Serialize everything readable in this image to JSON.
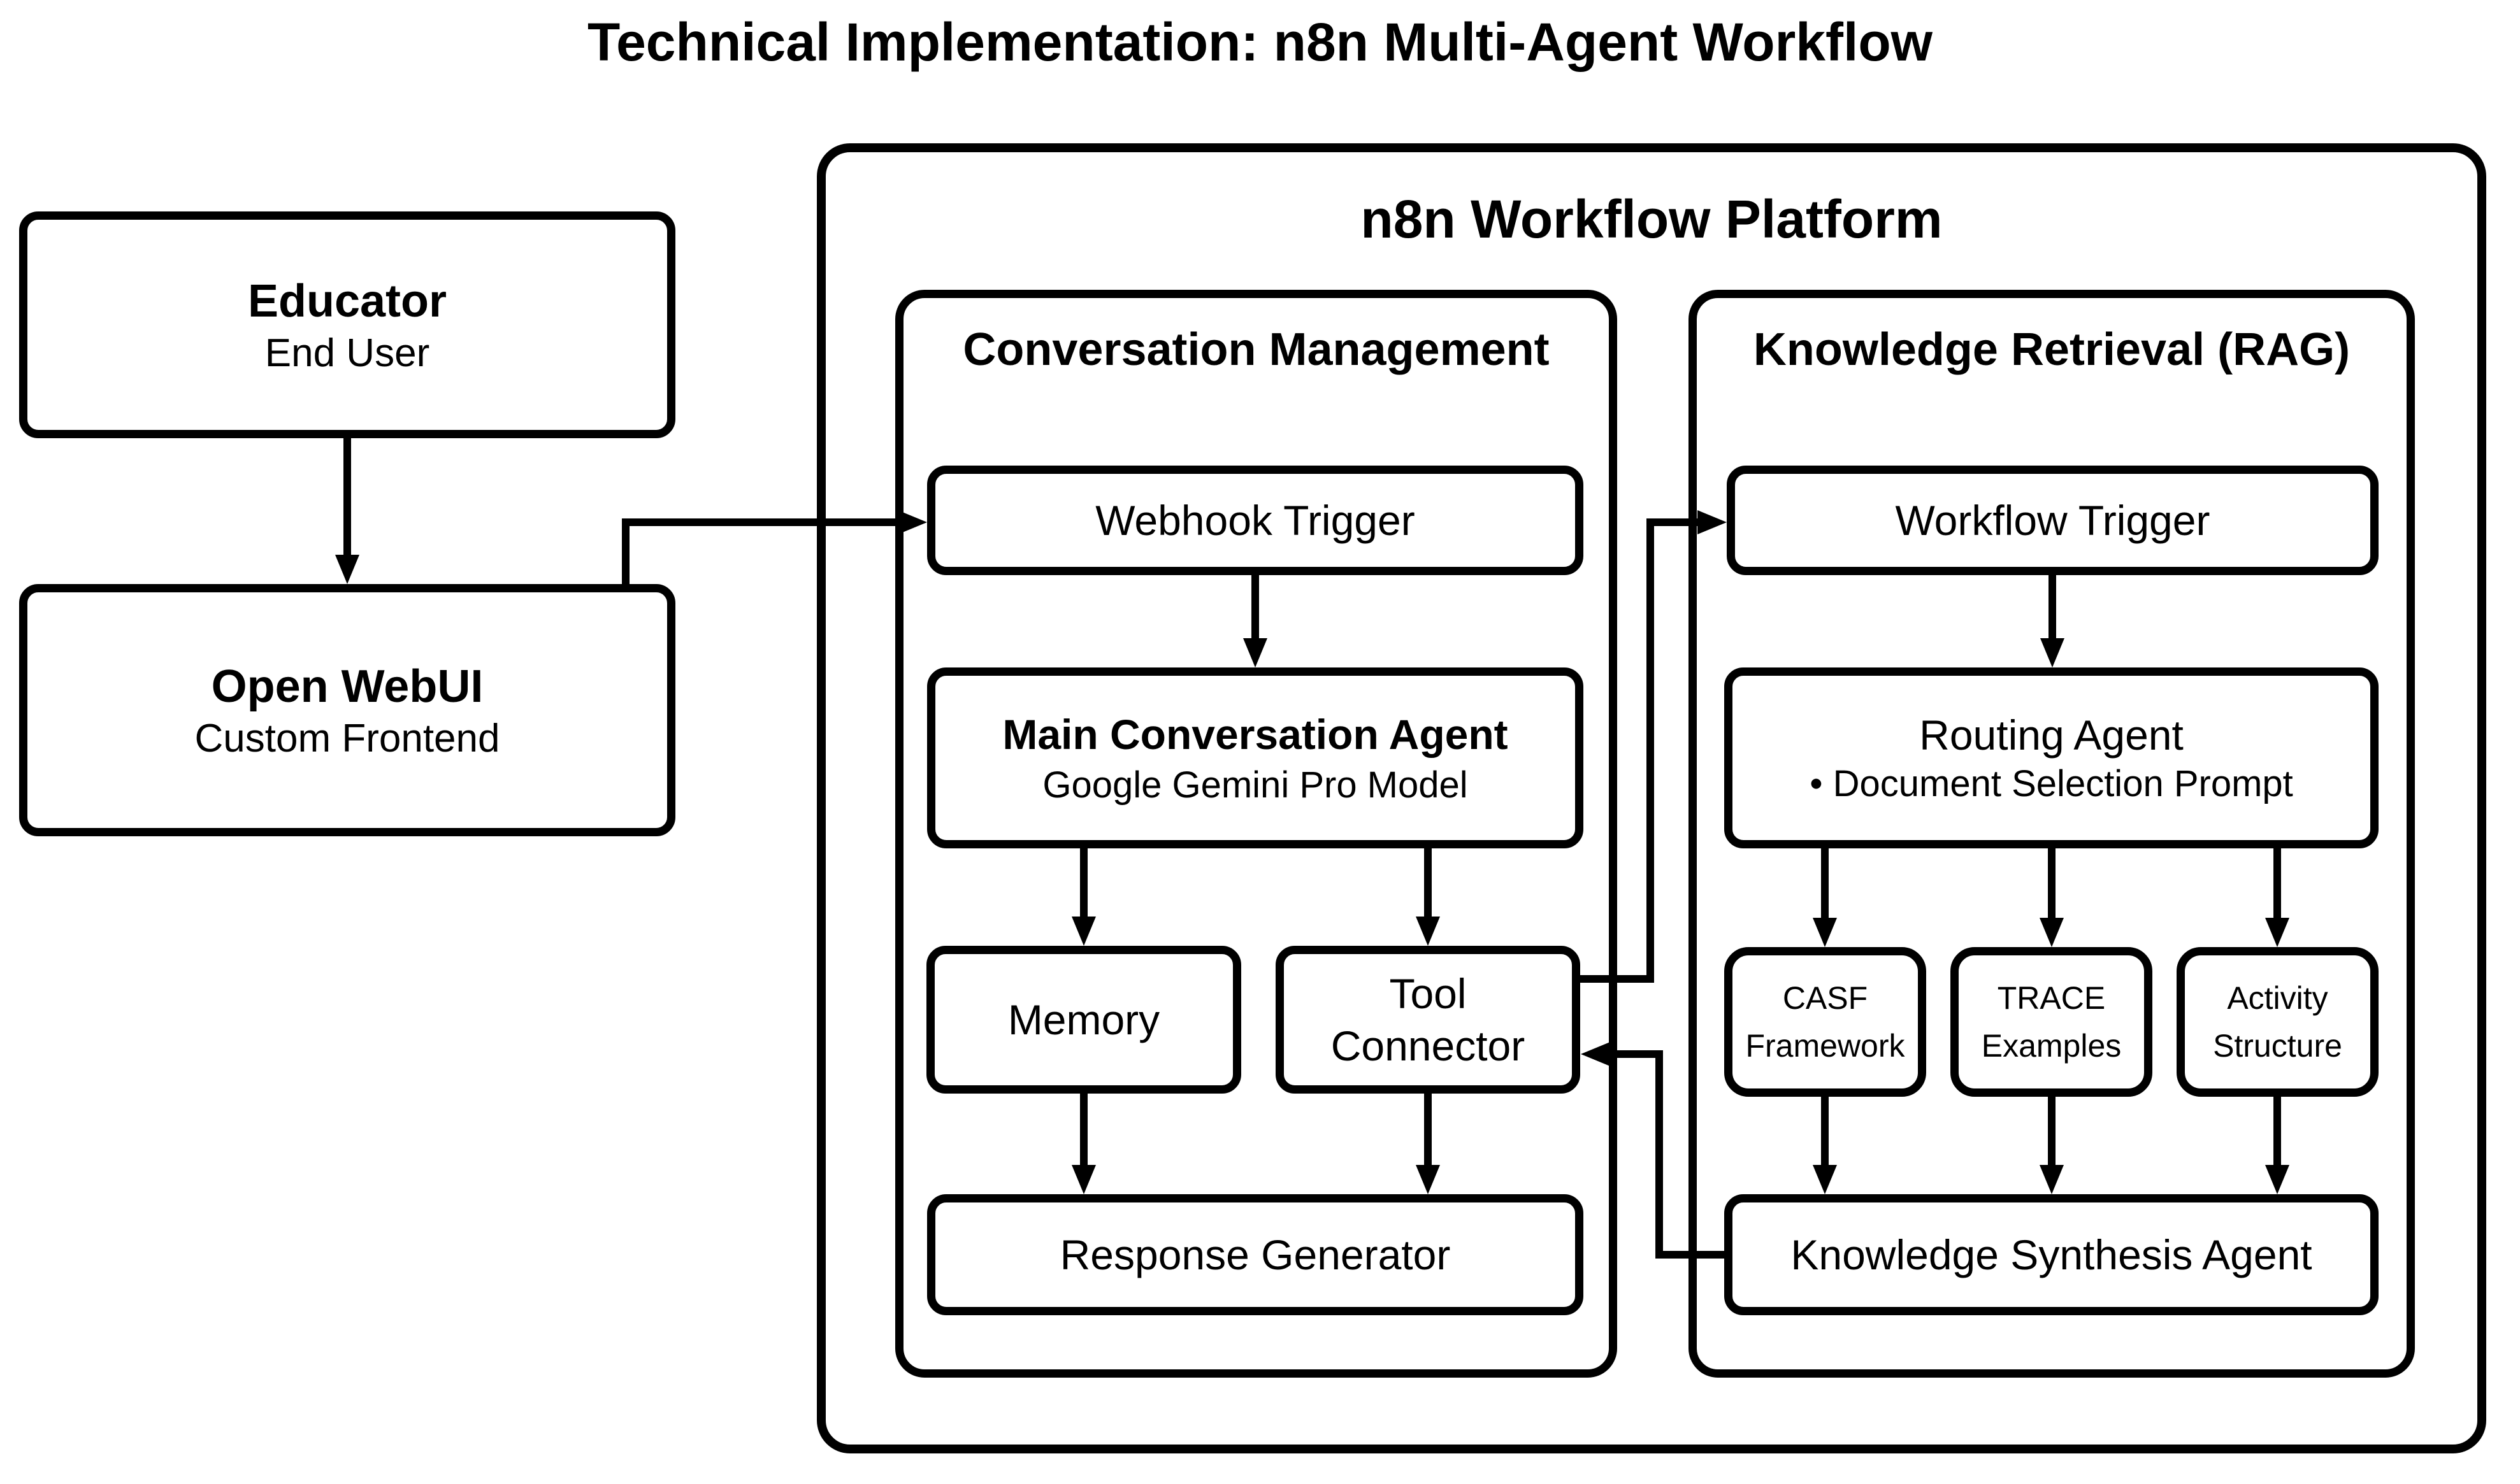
{
  "title": "Technical Implementation: n8n Multi-Agent Workflow",
  "colors": {
    "ink": "#000000",
    "paper": "#ffffff"
  },
  "actors": {
    "educator": {
      "title": "Educator",
      "subtitle": "End User"
    },
    "open_webui": {
      "title": "Open WebUI",
      "subtitle": "Custom Frontend"
    }
  },
  "platform": {
    "title": "n8n Workflow Platform",
    "conversation_panel": {
      "title": "Conversation Management",
      "nodes": {
        "webhook_trigger": "Webhook Trigger",
        "main_agent_title": "Main Conversation Agent",
        "main_agent_subtitle": "Google Gemini Pro Model",
        "memory": "Memory",
        "tool_connector": "Tool\nConnector",
        "response_generator": "Response Generator"
      }
    },
    "knowledge_panel": {
      "title": "Knowledge Retrieval (RAG)",
      "nodes": {
        "workflow_trigger": "Workflow Trigger",
        "routing_agent_title": "Routing Agent",
        "routing_agent_subtitle": "• Document Selection Prompt",
        "casf_framework": "CASF\nFramework",
        "trace_examples": "TRACE\nExamples",
        "activity_structure": "Activity\nStructure",
        "knowledge_synthesis_agent": "Knowledge Synthesis Agent"
      }
    }
  }
}
